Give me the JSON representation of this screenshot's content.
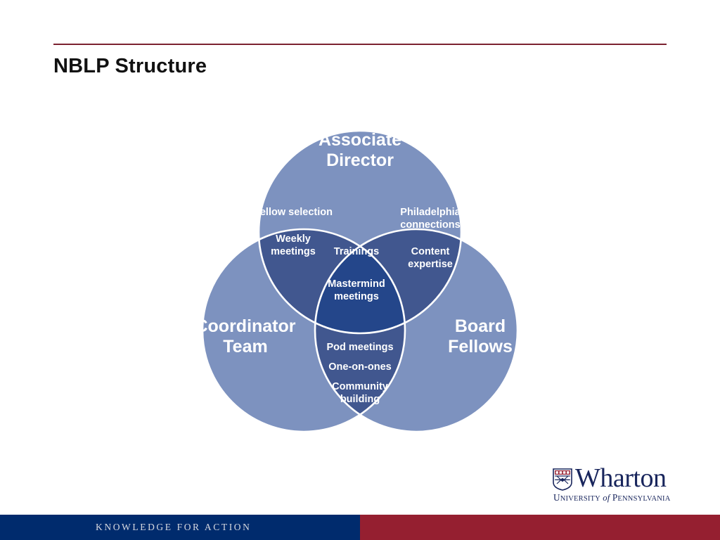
{
  "slide": {
    "title": "NBLP Structure",
    "rule_color": "#7b2230",
    "background": "#ffffff"
  },
  "diagram": {
    "type": "venn-3-circle",
    "colors": {
      "circle_fill": "#7d92bf",
      "pair_overlap_fill": "#41578f",
      "triple_overlap_fill": "#24468a",
      "outline": "#ffffff",
      "text": "#ffffff"
    },
    "circles": [
      {
        "id": "associate-director",
        "label": "Associate\nDirector",
        "position": "top"
      },
      {
        "id": "coordinator-team",
        "label": "Coordinator\nTeam",
        "position": "bottom-left"
      },
      {
        "id": "board-fellows",
        "label": "Board\nFellows",
        "position": "bottom-right"
      }
    ],
    "overlaps": {
      "associate_director_coordinator_team": {
        "items": [
          "Fellow selection",
          "Weekly\nmeetings"
        ]
      },
      "associate_director_board_fellows": {
        "items": [
          "Philadelphia\nconnections",
          "Content\nexpertise"
        ]
      },
      "coordinator_team_board_fellows": {
        "items": [
          "Pod meetings",
          "One-on-ones",
          "Community\nbuilding"
        ]
      },
      "all_three": {
        "items": [
          "Trainings",
          "Mastermind\nmeetings"
        ]
      }
    }
  },
  "logo": {
    "wordmark": "Wharton",
    "subline_university": "University",
    "subline_of": "of",
    "subline_pennsylvania": "Pennsylvania",
    "color": "#18255c"
  },
  "footer": {
    "tagline": "KNOWLEDGE FOR ACTION",
    "left_color": "#002b6d",
    "right_color": "#951f30"
  }
}
